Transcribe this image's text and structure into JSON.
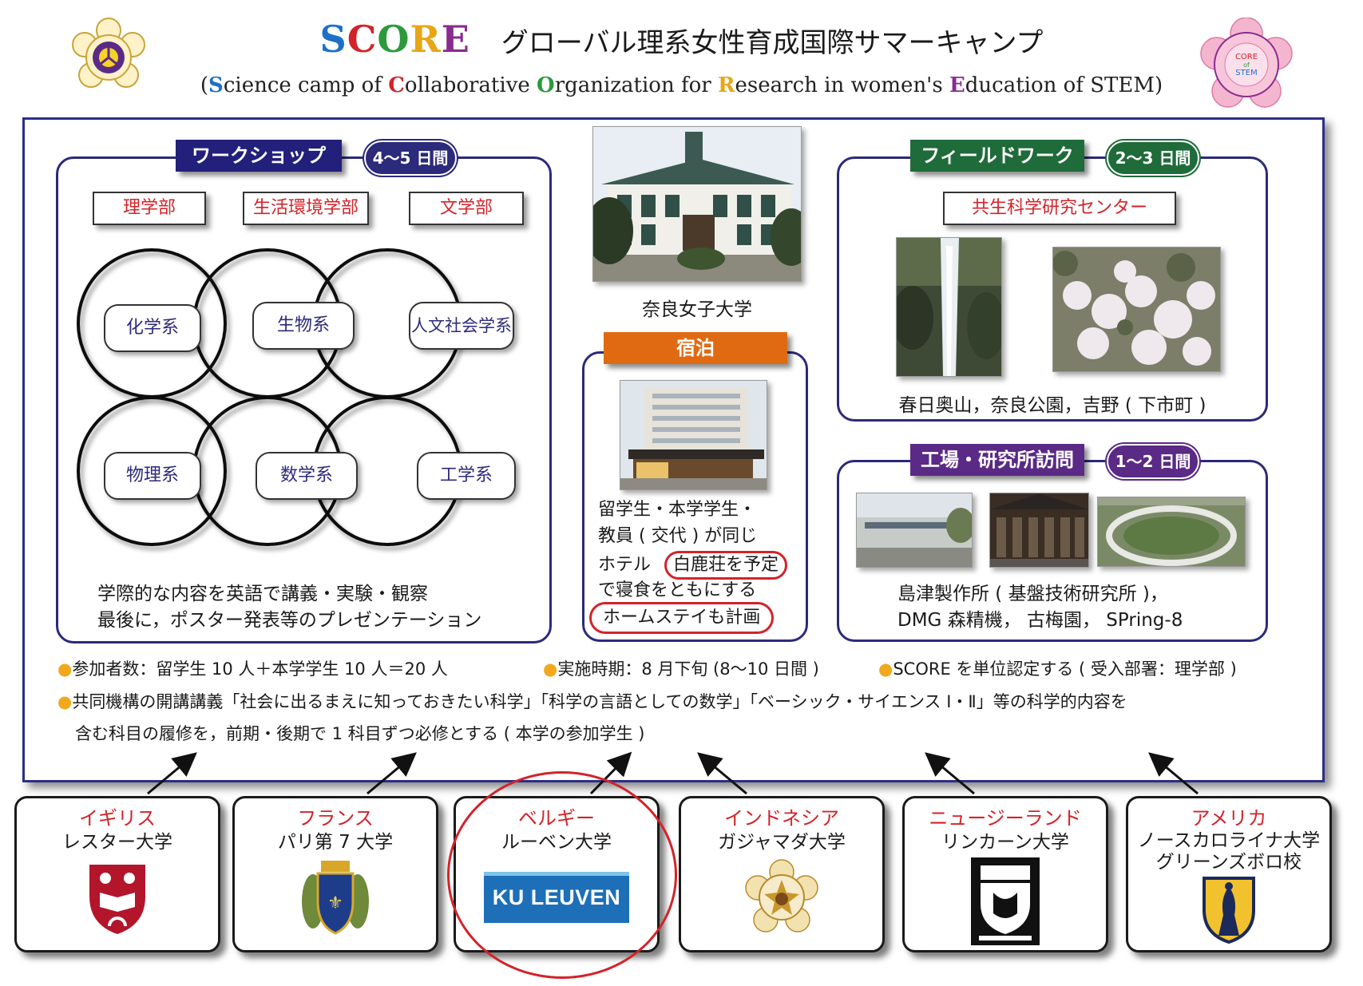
{
  "header": {
    "score": [
      "S",
      "C",
      "O",
      "R",
      "E"
    ],
    "score_colors": [
      "#1e6fc8",
      "#d3232a",
      "#2c9a3c",
      "#e8a617",
      "#8a2b8f"
    ],
    "title": "グローバル理系女性育成国際サマーキャンプ",
    "subtitle_parts": [
      {
        "t": "(",
        "init": false
      },
      {
        "t": "S",
        "init": true,
        "color": "#1e6fc8"
      },
      {
        "t": "cience camp of ",
        "init": false
      },
      {
        "t": "C",
        "init": true,
        "color": "#d3232a"
      },
      {
        "t": "ollaborative ",
        "init": false
      },
      {
        "t": "O",
        "init": true,
        "color": "#2c9a3c"
      },
      {
        "t": "rganization for ",
        "init": false
      },
      {
        "t": "R",
        "init": true,
        "color": "#e8a617"
      },
      {
        "t": "esearch in women's ",
        "init": false
      },
      {
        "t": "E",
        "init": true,
        "color": "#8a2b8f"
      },
      {
        "t": "ducation of STEM)",
        "init": false
      }
    ],
    "right_emblem_text": [
      "CORE",
      "of",
      "STEM"
    ]
  },
  "workshop": {
    "tab": "ワークショップ",
    "days": "4〜5 日間",
    "faculties": [
      "理学部",
      "生活環境学部",
      "文学部"
    ],
    "disciplines": [
      "化学系",
      "生物系",
      "人文社会学系",
      "物理系",
      "数学系",
      "工学系"
    ],
    "caption_lines": [
      "学際的な内容を英語で講義・実験・観察",
      "最後に，ポスター発表等のプレゼンテーション"
    ]
  },
  "university": {
    "name": "奈良女子大学"
  },
  "lodging": {
    "tab": "宿泊",
    "line1": "留学生・本学学生・",
    "line2": "教員 ( 交代 ) が同じ",
    "line3_prefix": "ホテル",
    "hotel": "白鹿荘を予定",
    "line4": "で寝食をともにする",
    "homestay": "ホームステイも計画"
  },
  "fieldwork": {
    "tab": "フィールドワーク",
    "days": "2〜3 日間",
    "center": "共生科学研究センター",
    "caption": "春日奥山，奈良公園，吉野 ( 下市町 )"
  },
  "factory": {
    "tab": "工場・研究所訪問",
    "days": "1〜2 日間",
    "caption_lines": [
      "島津製作所 ( 基盤技術研究所 )，",
      "DMG 森精機，  古梅園，  SPring-8"
    ]
  },
  "info": {
    "participants": "参加者数：留学生 10 人＋本学学生 10 人＝20 人",
    "period": "実施時期：8 月下旬 (8〜10 日間 )",
    "credit": "SCORE を単位認定する ( 受入部署：理学部 )",
    "courses_line1": "共同機構の開講講義「社会に出るまえに知っておきたい科学」「科学の言語としての数学」「ベーシック・サイエンス Ⅰ・Ⅱ」等の科学的内容を",
    "courses_line2": "含む科目の履修を，前期・後期で 1 科目ずつ必修とする ( 本学の参加学生 )"
  },
  "partners": [
    {
      "country": "イギリス",
      "uni": [
        "レスター大学"
      ],
      "logo": "shield-icon"
    },
    {
      "country": "フランス",
      "uni": [
        "パリ第 7 大学"
      ],
      "logo": "crest-icon"
    },
    {
      "country": "ベルギー",
      "uni": [
        "ルーベン大学"
      ],
      "logo": "ku-leuven-logo",
      "logo_text": "KU LEUVEN"
    },
    {
      "country": "インドネシア",
      "uni": [
        "ガジャマダ大学"
      ],
      "logo": "seal-icon"
    },
    {
      "country": "ニュージーランド",
      "uni": [
        "リンカーン大学"
      ],
      "logo": "crest-icon"
    },
    {
      "country": "アメリカ",
      "uni": [
        "ノースカロライナ大学",
        "グリーンズボロ校"
      ],
      "logo": "shield-icon"
    }
  ],
  "colors": {
    "frame": "#2b2f86",
    "workshop_tab": "#22207a",
    "fieldwork_tab": "#1f6b3a",
    "lodging_tab": "#e06a12",
    "factory_tab": "#5a2a86",
    "accent_red": "#d3232a",
    "bullet": "#f2a81c"
  }
}
